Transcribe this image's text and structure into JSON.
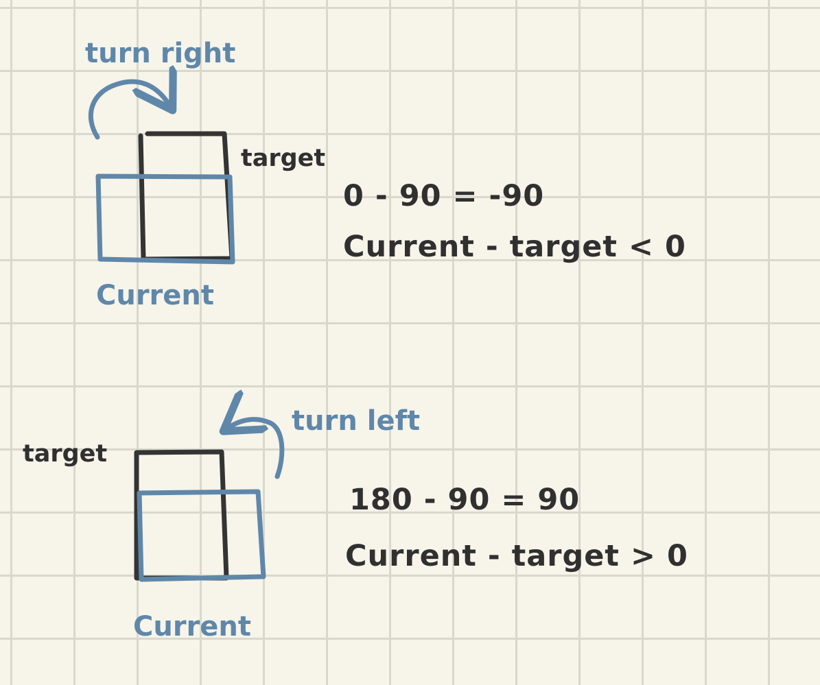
{
  "colors": {
    "paper": "#f7f4ea",
    "grid": "#d9d8cd",
    "ink_dark": "#343434",
    "ink_blue": "#5f87aa"
  },
  "example_right": {
    "turn_label": "turn right",
    "target_label": "target",
    "current_label": "Current",
    "equation": "0 - 90 = -90",
    "rule": "Current - target < 0"
  },
  "example_left": {
    "turn_label": "turn left",
    "target_label": "target",
    "current_label": "Current",
    "equation": "180 - 90 = 90",
    "rule": "Current - target > 0"
  }
}
